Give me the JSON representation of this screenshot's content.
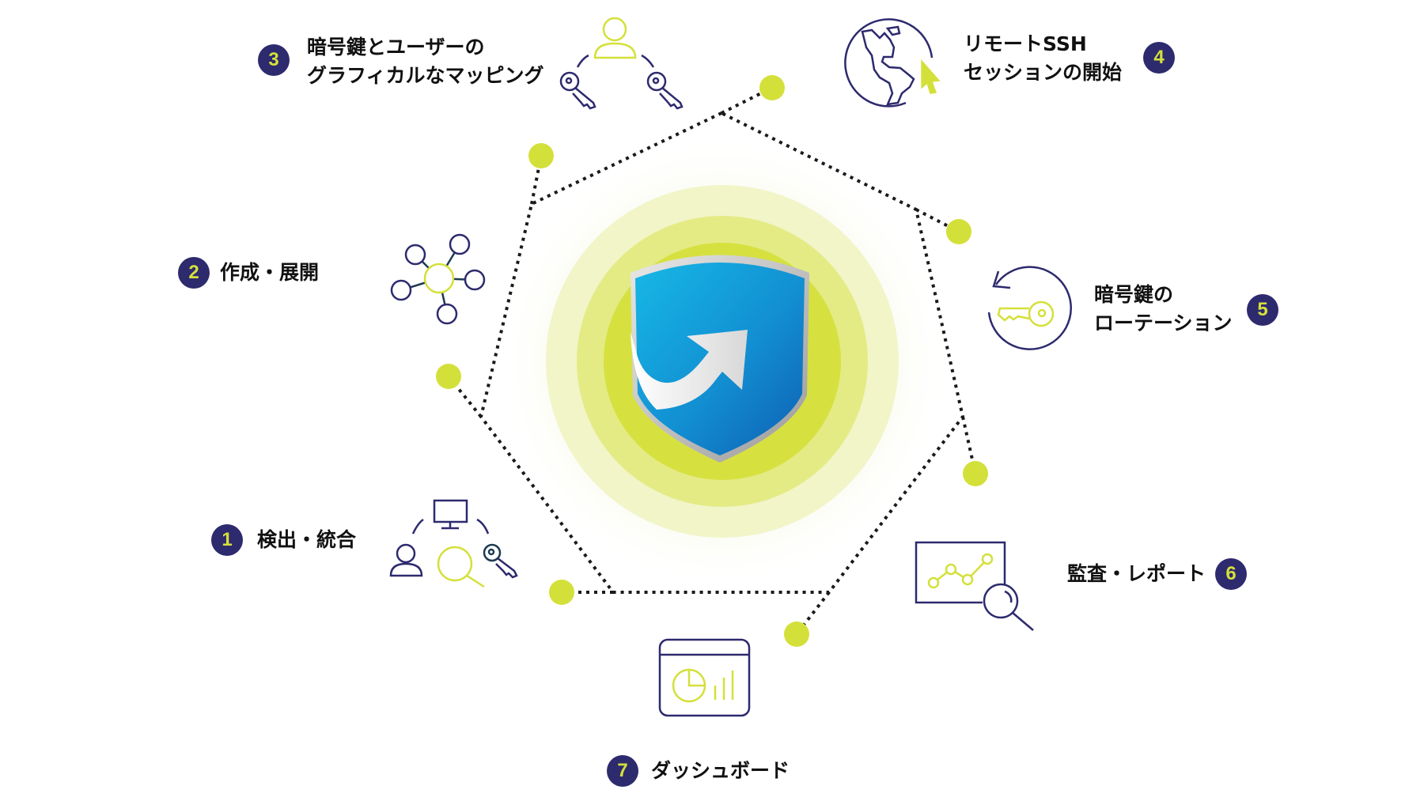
{
  "colors": {
    "navy": "#2d2a6e",
    "lime": "#d4e03a",
    "lime_ring_1": "#d6e140",
    "lime_ring_2": "#e4eb85",
    "lime_ring_3": "#f1f5c8",
    "shield_blue": "#1592d6",
    "dotted_line": "#1a1a1a",
    "text": "#111111"
  },
  "center": {
    "icon": "shield-arrow-icon"
  },
  "steps": [
    {
      "number": "1",
      "lines": [
        "検出・統合"
      ],
      "icon": "discovery-icon"
    },
    {
      "number": "2",
      "lines": [
        "作成・展開"
      ],
      "icon": "network-hub-icon"
    },
    {
      "number": "3",
      "lines": [
        "暗号鍵とユーザーの",
        "グラフィカルなマッピング"
      ],
      "icon": "user-key-mapping-icon"
    },
    {
      "number": "4",
      "lines": [
        "リモートSSH",
        "セッションの開始"
      ],
      "icon": "globe-cursor-icon"
    },
    {
      "number": "5",
      "lines": [
        "暗号鍵の",
        "ローテーション"
      ],
      "icon": "key-rotation-icon"
    },
    {
      "number": "6",
      "lines": [
        "監査・レポート"
      ],
      "icon": "report-magnifier-icon"
    },
    {
      "number": "7",
      "lines": [
        "ダッシュボード"
      ],
      "icon": "dashboard-icon"
    }
  ]
}
